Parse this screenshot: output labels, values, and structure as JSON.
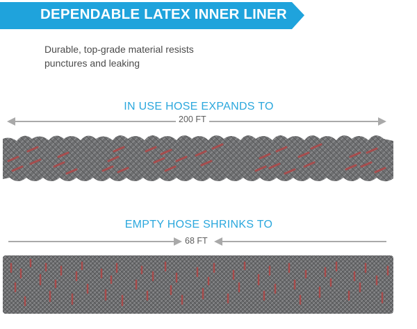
{
  "banner": {
    "title": "DEPENDABLE LATEX INNER LINER",
    "color": "#1fa3dc"
  },
  "subtitle": "Durable, top-grade material resists punctures and leaking",
  "expanded": {
    "title": "IN USE HOSE EXPANDS TO",
    "length": "200 FT"
  },
  "shrunk": {
    "title": "EMPTY HOSE SHRINKS TO",
    "length": "68 FT"
  },
  "colors": {
    "accent": "#2aa7dd",
    "hose_gray": "#6e6e70",
    "hose_red": "#b04747",
    "arrow": "#a9a9a9"
  }
}
